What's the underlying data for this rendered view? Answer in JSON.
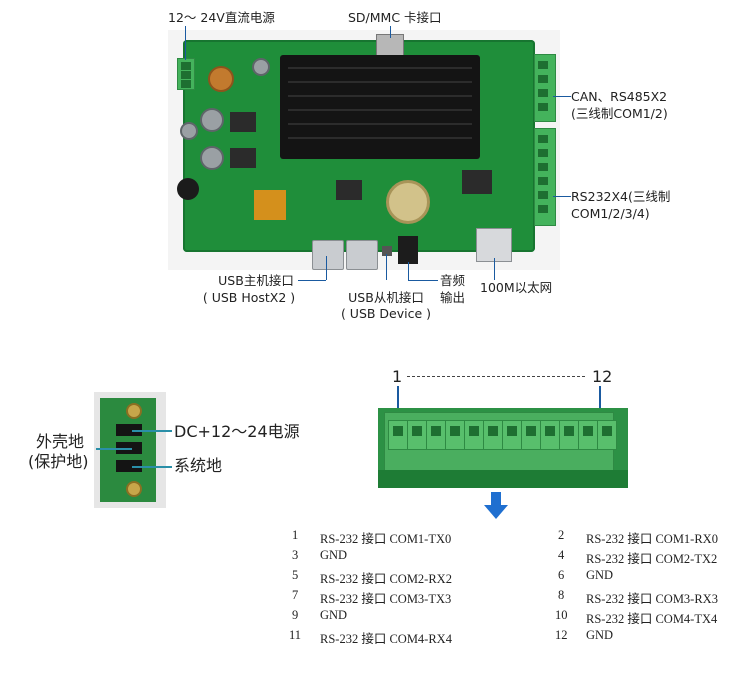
{
  "top_labels": {
    "power": "12～ 24V直流电源",
    "sd": "SD/MMC 卡接口",
    "can_1": "CAN、RS485X2",
    "can_2": "(三线制COM1/2)",
    "rs232_1": "RS232X4(三线制",
    "rs232_2": "COM1/2/3/4)",
    "usb_host_1": "USB主机接口",
    "usb_host_2": "( USB HostX2 )",
    "usb_dev_1": "USB从机接口",
    "usb_dev_2": "( USB Device )",
    "audio_1": "音频",
    "audio_2": "输出",
    "ethernet": "100M以太网"
  },
  "connector_labels": {
    "dc": "DC+12～24电源",
    "shell_1": "外壳地",
    "shell_2": "(保护地)",
    "system_gnd": "系统地"
  },
  "terminal": {
    "pin_first": "1",
    "pin_last": "12"
  },
  "pin_table": [
    {
      "num": "1",
      "desc": "RS-232 接口 COM1-TX0"
    },
    {
      "num": "2",
      "desc": "RS-232 接口 COM1-RX0"
    },
    {
      "num": "3",
      "desc": "GND"
    },
    {
      "num": "4",
      "desc": "RS-232 接口 COM2-TX2"
    },
    {
      "num": "5",
      "desc": "RS-232 接口 COM2-RX2"
    },
    {
      "num": "6",
      "desc": "GND"
    },
    {
      "num": "7",
      "desc": "RS-232 接口 COM3-TX3"
    },
    {
      "num": "8",
      "desc": "RS-232 接口 COM3-RX3"
    },
    {
      "num": "9",
      "desc": "GND"
    },
    {
      "num": "10",
      "desc": "RS-232 接口 COM4-TX4"
    },
    {
      "num": "11",
      "desc": "RS-232 接口 COM4-RX4"
    },
    {
      "num": "12",
      "desc": "GND"
    }
  ],
  "colors": {
    "pcb": "#1f8e3a",
    "terminal_green": "#58bf6c",
    "callout_line": "#1a5aa0",
    "arrow": "#1f6fd0"
  }
}
